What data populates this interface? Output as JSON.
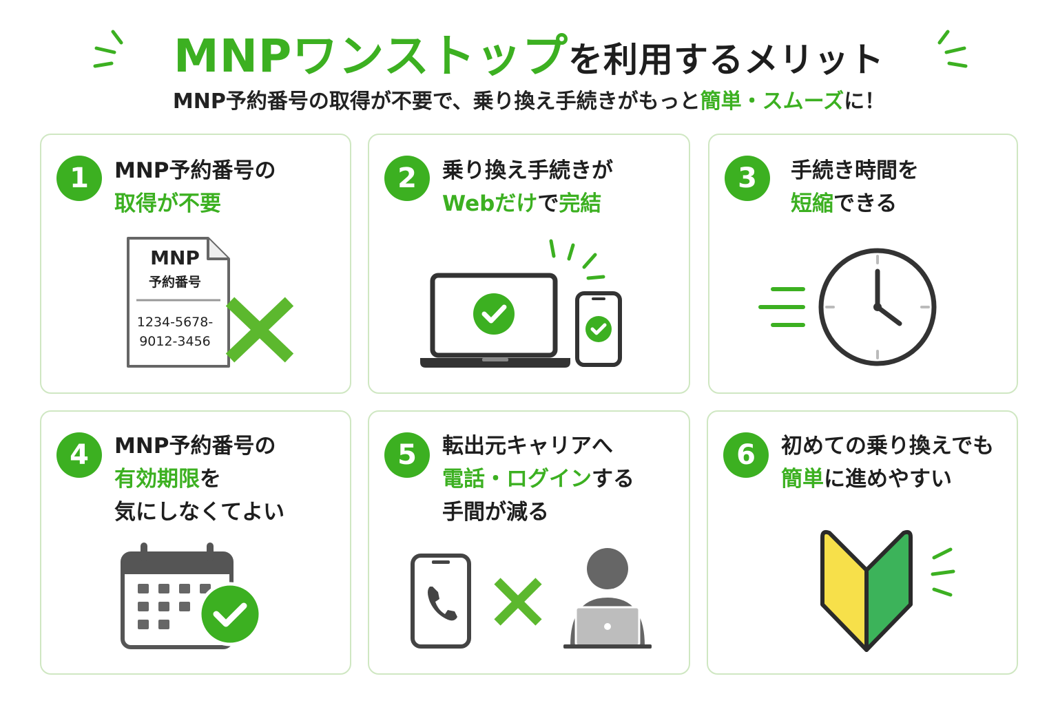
{
  "header": {
    "title_green": "MNPワンストップ",
    "title_black": "を利用するメリット",
    "subtitle_pre": "MNP予約番号の取得が不要で、乗り換え手続きがもっと",
    "subtitle_green": "簡単・スムーズ",
    "subtitle_post": "に！"
  },
  "cards": [
    {
      "number": "1",
      "line1": "MNP予約番号の",
      "line2_green": "取得が不要",
      "illustration": {
        "doc_title": "MNP",
        "doc_subtitle": "予約番号",
        "doc_number_1": "1234-5678-",
        "doc_number_2": "9012-3456"
      }
    },
    {
      "number": "2",
      "line1": "乗り換え手続きが",
      "line2_green_a": "Webだけ",
      "line2_black": "で",
      "line2_green_b": "完結"
    },
    {
      "number": "3",
      "line1": "手続き時間を",
      "line2_green": "短縮",
      "line2_black": "できる"
    },
    {
      "number": "4",
      "line1": "MNP予約番号の",
      "line2_green": "有効期限",
      "line2_black": "を",
      "line3": "気にしなくてよい"
    },
    {
      "number": "5",
      "line1": "転出元キャリアへ",
      "line2_green": "電話・ログイン",
      "line2_black": "する",
      "line3": "手間が減る"
    },
    {
      "number": "6",
      "line1": "初めての乗り換えでも",
      "line2_green": "簡単",
      "line2_black": "に進めやすい"
    }
  ],
  "icons": [
    "document-icon",
    "cross-icon",
    "laptop-icon",
    "smartphone-icon",
    "check-icon",
    "clock-icon",
    "calendar-icon",
    "phone-call-icon",
    "person-laptop-icon",
    "beginner-mark-icon"
  ],
  "colors": {
    "accent_green": "#3cb021",
    "card_border": "#cfe7c2",
    "text": "#1e1e1e",
    "icon_gray": "#555555",
    "beginner_yellow": "#f7e04a",
    "beginner_green": "#3cb35a"
  }
}
